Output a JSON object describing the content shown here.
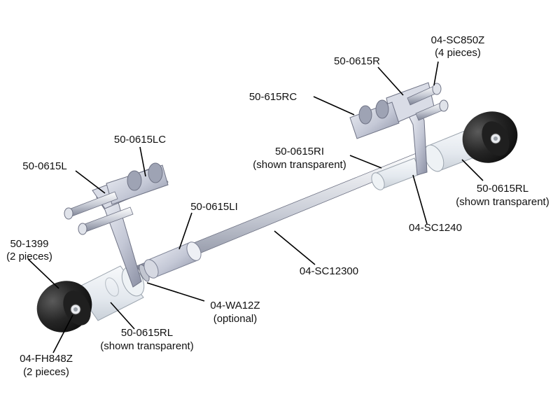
{
  "labels": {
    "sc850z": "04-SC850Z",
    "sc850z_qty": "(4 pieces)",
    "r0615r": "50-0615R",
    "rc615": "50-615RC",
    "lc0615": "50-0615LC",
    "l0615": "50-0615L",
    "li0615": "50-0615LI",
    "ri0615": "50-0615RI",
    "ri0615_note": "(shown transparent)",
    "rl0615_right": "50-0615RL",
    "rl0615_right_note": "(shown transparent)",
    "sc1240": "04-SC1240",
    "sc12300": "04-SC12300",
    "p1399": "50-1399",
    "p1399_qty": "(2 pieces)",
    "wa12z": "04-WA12Z",
    "wa12z_note": "(optional)",
    "rl0615_left": "50-0615RL",
    "rl0615_left_note": "(shown transparent)",
    "fh848z": "04-FH848Z",
    "fh848z_qty": "(2 pieces)"
  },
  "colors": {
    "aluminum": "#c9cdd8",
    "aluminum_dark": "#8d93a6",
    "slider_black": "#1a1a1a",
    "transparent_part": "#e8edf2"
  }
}
